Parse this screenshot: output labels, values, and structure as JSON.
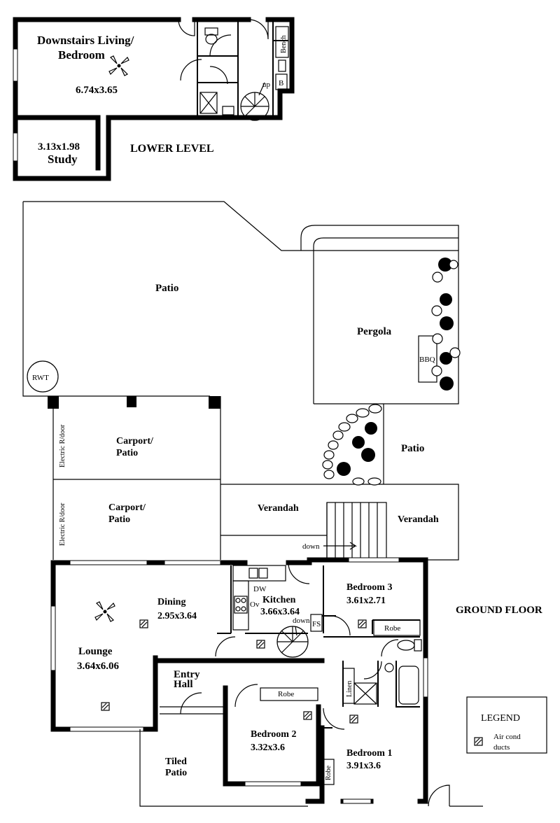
{
  "lower_level": {
    "title": "LOWER LEVEL",
    "living_name_1": "Downstairs Living/",
    "living_name_2": "Bedroom",
    "living_size": "6.74x3.65",
    "study_size": "3.13x1.98",
    "study_name": "Study",
    "bench": "Bench",
    "b": "B",
    "up": "up"
  },
  "ground_floor": {
    "title": "GROUND FLOOR",
    "patio_top": "Patio",
    "rwt": "RWT",
    "pergola": "Pergola",
    "bbq": "BBQ",
    "carport1_a": "Carport/",
    "carport1_b": "Patio",
    "carport2_a": "Carport/",
    "carport2_b": "Patio",
    "electric_door_1": "Electric R/door",
    "electric_door_2": "Electric R/door",
    "patio_right": "Patio",
    "verandah_1": "Verandah",
    "verandah_2": "Verandah",
    "down_1": "down",
    "dining": "Dining",
    "dining_size": "2.95x3.64",
    "kitchen": "Kitchen",
    "kitchen_size": "3.66x3.64",
    "dw": "DW",
    "ov": "Ov",
    "down_2": "down",
    "fs": "FS",
    "bedroom3": "Bedroom 3",
    "bedroom3_size": "3.61x2.71",
    "robe_1": "Robe",
    "lounge": "Lounge",
    "lounge_size": "3.64x6.06",
    "entry_1": "Entry",
    "entry_2": "Hall",
    "robe_2": "Robe",
    "linen": "Linen",
    "bedroom2": "Bedroom 2",
    "bedroom2_size": "3.32x3.6",
    "bedroom1": "Bedroom 1",
    "bedroom1_size": "3.91x3.6",
    "robe_3": "Robe",
    "tiled_1": "Tiled",
    "tiled_2": "Patio"
  },
  "legend": {
    "title": "LEGEND",
    "item_1": "Air cond",
    "item_2": "ducts"
  }
}
